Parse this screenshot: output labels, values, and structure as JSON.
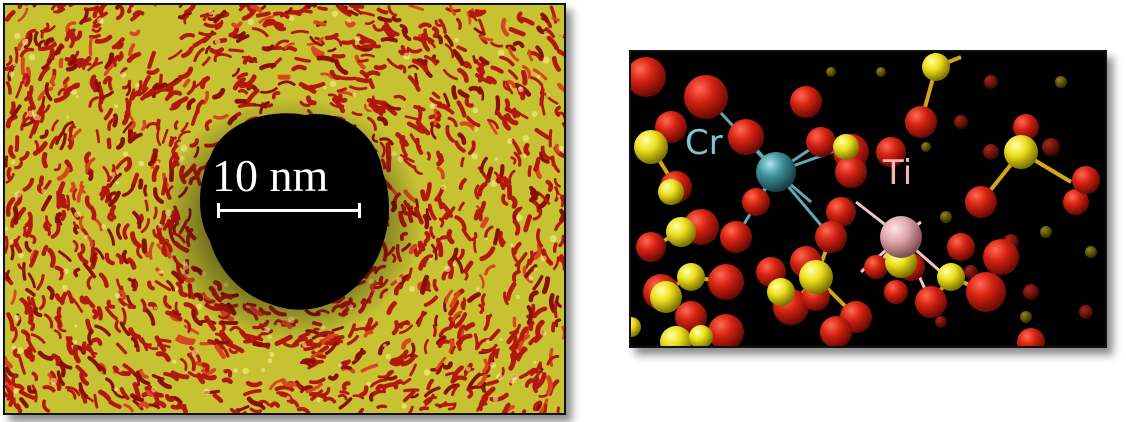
{
  "scale_bar": {
    "label": "10 nm"
  },
  "atoms": {
    "cr": {
      "label": "Cr",
      "color": "#7fc7cf"
    },
    "ti": {
      "label": "Ti",
      "color": "#f2b6b4"
    }
  },
  "colors": {
    "oxygen": "#cc1f10",
    "silicon": "#e8dc1e",
    "chromium": "#3f8f9a",
    "titanium": "#e2a9ac",
    "background": "#000000"
  }
}
